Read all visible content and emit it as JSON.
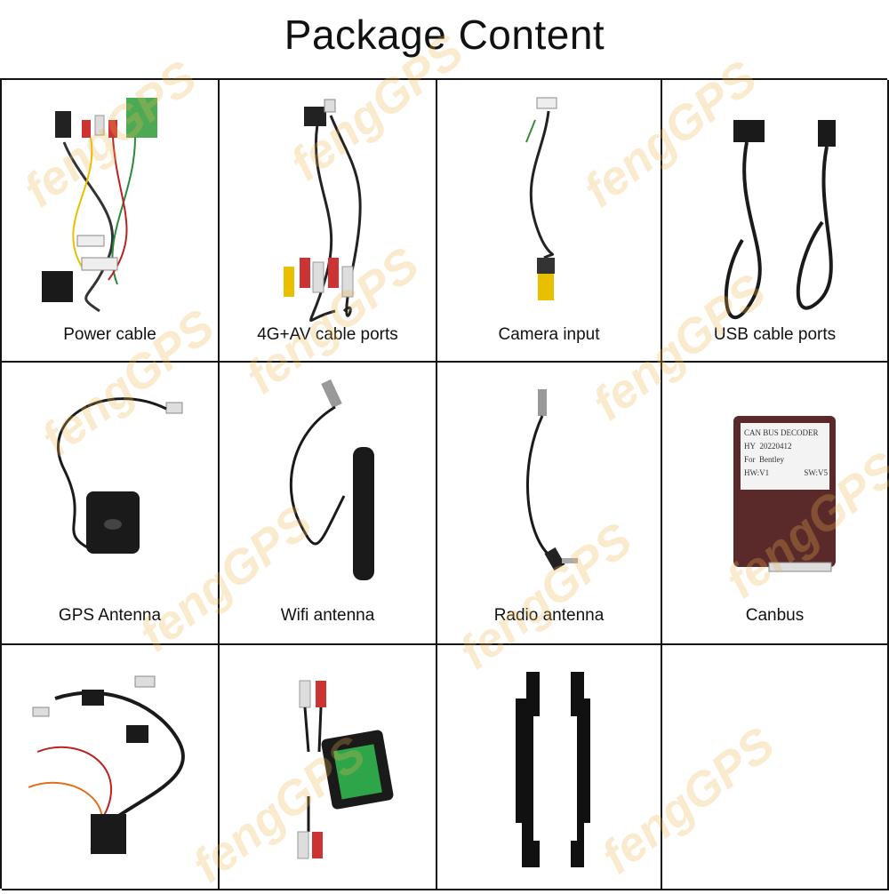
{
  "title": "Package Content",
  "items": [
    {
      "label": "Power cable"
    },
    {
      "label": "4G+AV cable ports"
    },
    {
      "label": "Camera input"
    },
    {
      "label": "USB cable ports"
    },
    {
      "label": "GPS Antenna"
    },
    {
      "label": "Wifi antenna"
    },
    {
      "label": "Radio antenna"
    },
    {
      "label": "Canbus"
    },
    {
      "label": ""
    },
    {
      "label": ""
    },
    {
      "label": ""
    },
    {
      "label": ""
    }
  ],
  "canbus_box": {
    "line1": "CAN BUS DECODER",
    "line2_left": "HY",
    "line2_right": "20220412",
    "line3_left": "For",
    "line3_right": "Bentley",
    "line4_left": "HW:V1",
    "line4_right": "SW:V5"
  },
  "watermark_text": "fengGPS",
  "colors": {
    "accent_watermark": "#eeb450",
    "border": "#111111"
  }
}
